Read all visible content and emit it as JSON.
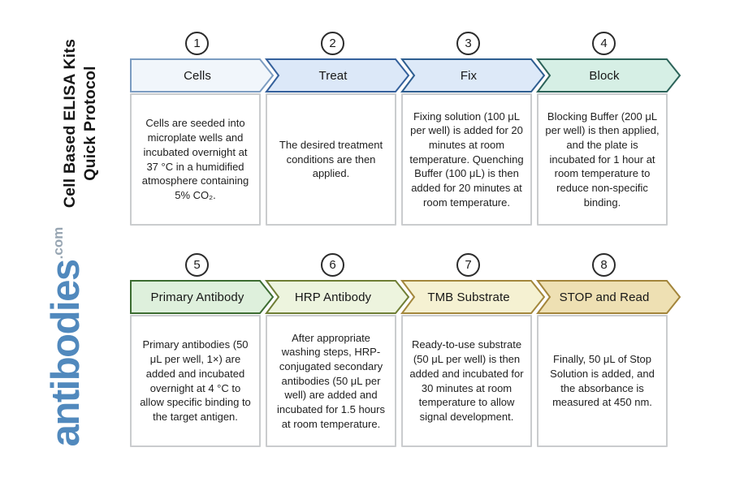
{
  "sidebar": {
    "title_line1": "Cell Based ELISA Kits",
    "title_line2": "Quick Protocol",
    "logo_text": "antibodies",
    "logo_suffix": ".com",
    "logo_color": "#5189bd",
    "logo_suffix_color": "#97a5b2"
  },
  "steps": [
    {
      "number": "1",
      "label": "Cells",
      "description": "Cells are seeded into microplate wells and incubated overnight at 37 °C in a humidified atmosphere containing 5% CO₂.",
      "fill": "#f1f6fb",
      "stroke": "#7b9cc1"
    },
    {
      "number": "2",
      "label": "Treat",
      "description": "The desired treatment conditions are then applied.",
      "fill": "#dce8f8",
      "stroke": "#34609c"
    },
    {
      "number": "3",
      "label": "Fix",
      "description": "Fixing solution (100 μL per well) is added for 20 minutes at room temperature. Quenching Buffer (100 μL) is then added for 20 minutes at room temperature.",
      "fill": "#dde9f8",
      "stroke": "#2e5e90"
    },
    {
      "number": "4",
      "label": "Block",
      "description": "Blocking Buffer (200 μL per well) is then applied, and the plate is incubated for 1 hour at room temperature to reduce non-specific binding.",
      "fill": "#d6efe5",
      "stroke": "#2c6359"
    },
    {
      "number": "5",
      "label": "Primary Antibody",
      "description": "Primary antibodies (50 μL per well, 1×) are added and incubated overnight at 4 °C to allow specific binding to the target antigen.",
      "fill": "#def0dc",
      "stroke": "#3c6c31"
    },
    {
      "number": "6",
      "label": "HRP Antibody",
      "description": "After appropriate washing steps, HRP-conjugated secondary antibodies (50 μL per well) are added and incubated for 1.5 hours at room temperature.",
      "fill": "#edf4de",
      "stroke": "#6f7e35"
    },
    {
      "number": "7",
      "label": "TMB Substrate",
      "description": "Ready-to-use substrate (50 μL per well) is then added and incubated for 30 minutes at room temperature to allow signal development.",
      "fill": "#f5f1d2",
      "stroke": "#a3873c"
    },
    {
      "number": "8",
      "label": "STOP and Read",
      "description": "Finally, 50 μL of Stop Solution is added, and the absorbance is measured at 450 nm.",
      "fill": "#eee0b3",
      "stroke": "#a3853b"
    }
  ]
}
